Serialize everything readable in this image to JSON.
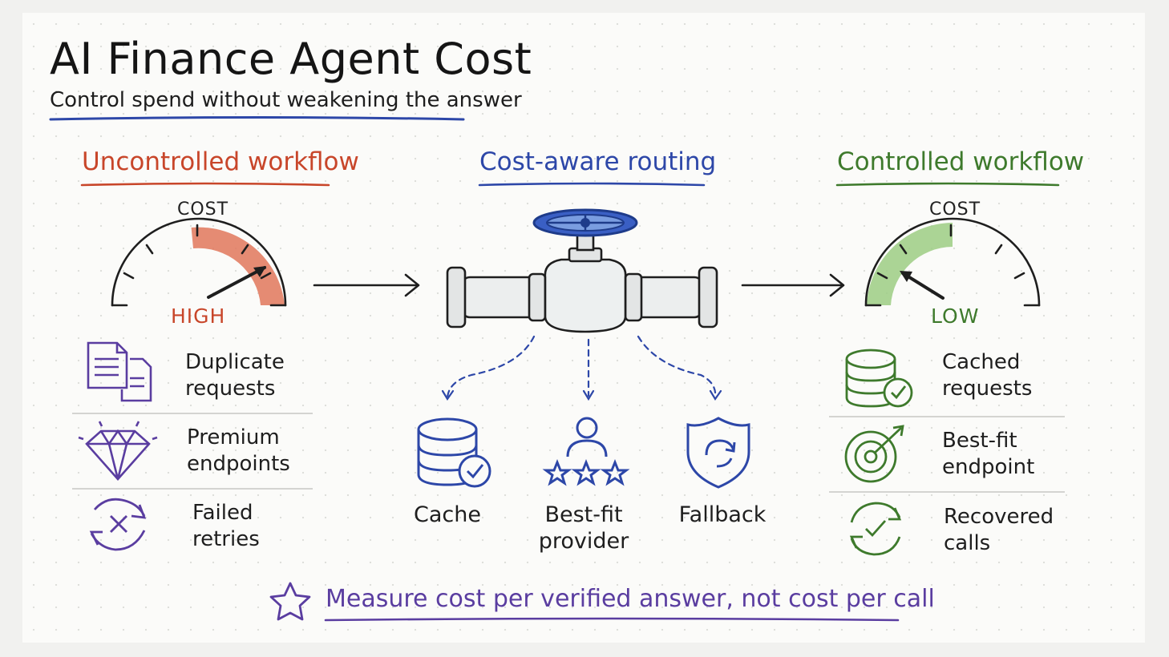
{
  "title": "AI Finance Agent Cost",
  "subtitle": "Control spend without weakening the answer",
  "colors": {
    "uncontrolled": "#c8462a",
    "routing": "#2d47a8",
    "controlled": "#3e7a2c",
    "purple": "#5a3da0",
    "ink": "#1e1e1e"
  },
  "left": {
    "heading": "Uncontrolled workflow",
    "gauge_label": "COST",
    "gauge_value": "HIGH",
    "items": [
      {
        "icon": "duplicate-documents-icon",
        "label": "Duplicate requests"
      },
      {
        "icon": "diamond-icon",
        "label": "Premium endpoints"
      },
      {
        "icon": "failed-retry-icon",
        "label": "Failed retries"
      }
    ]
  },
  "middle": {
    "heading": "Cost-aware routing",
    "valve_icon": "pipe-valve-icon",
    "routes": [
      {
        "icon": "cache-database-icon",
        "label": "Cache"
      },
      {
        "icon": "rated-provider-icon",
        "label": "Best-fit provider"
      },
      {
        "icon": "shield-refresh-icon",
        "label": "Fallback"
      }
    ]
  },
  "right": {
    "heading": "Controlled workflow",
    "gauge_label": "COST",
    "gauge_value": "LOW",
    "items": [
      {
        "icon": "cached-database-icon",
        "label": "Cached requests"
      },
      {
        "icon": "target-icon",
        "label": "Best-fit endpoint"
      },
      {
        "icon": "recovered-check-icon",
        "label": "Recovered calls"
      }
    ]
  },
  "callout": {
    "icon": "star-icon",
    "text": "Measure cost per verified answer, not cost per call"
  }
}
